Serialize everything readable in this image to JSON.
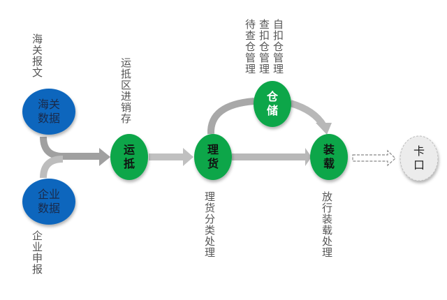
{
  "colors": {
    "blue": "#0a66bd",
    "green": "#0aa64a",
    "arrow": "#a9a9a9",
    "gate": "#ececec"
  },
  "nodes": {
    "customs_data": [
      "海关",
      "数据"
    ],
    "enterprise_data": [
      "企业",
      "数据"
    ],
    "arrival": [
      "运",
      "抵"
    ],
    "tally": [
      "理",
      "货"
    ],
    "storage": [
      "仓",
      "储"
    ],
    "loading": [
      "装",
      "载"
    ],
    "gate": [
      "卡",
      "口"
    ]
  },
  "labels": {
    "customs_message": "海关报文",
    "enterprise_declare": "企业申报",
    "arrival_inventory": "运抵区进销存",
    "tally_process": "理货分类处理",
    "pending_check": "待查仓管理",
    "seized_check": "查扣仓管理",
    "self_seized": "自扣仓管理",
    "release_loading": "放行装载处理"
  }
}
